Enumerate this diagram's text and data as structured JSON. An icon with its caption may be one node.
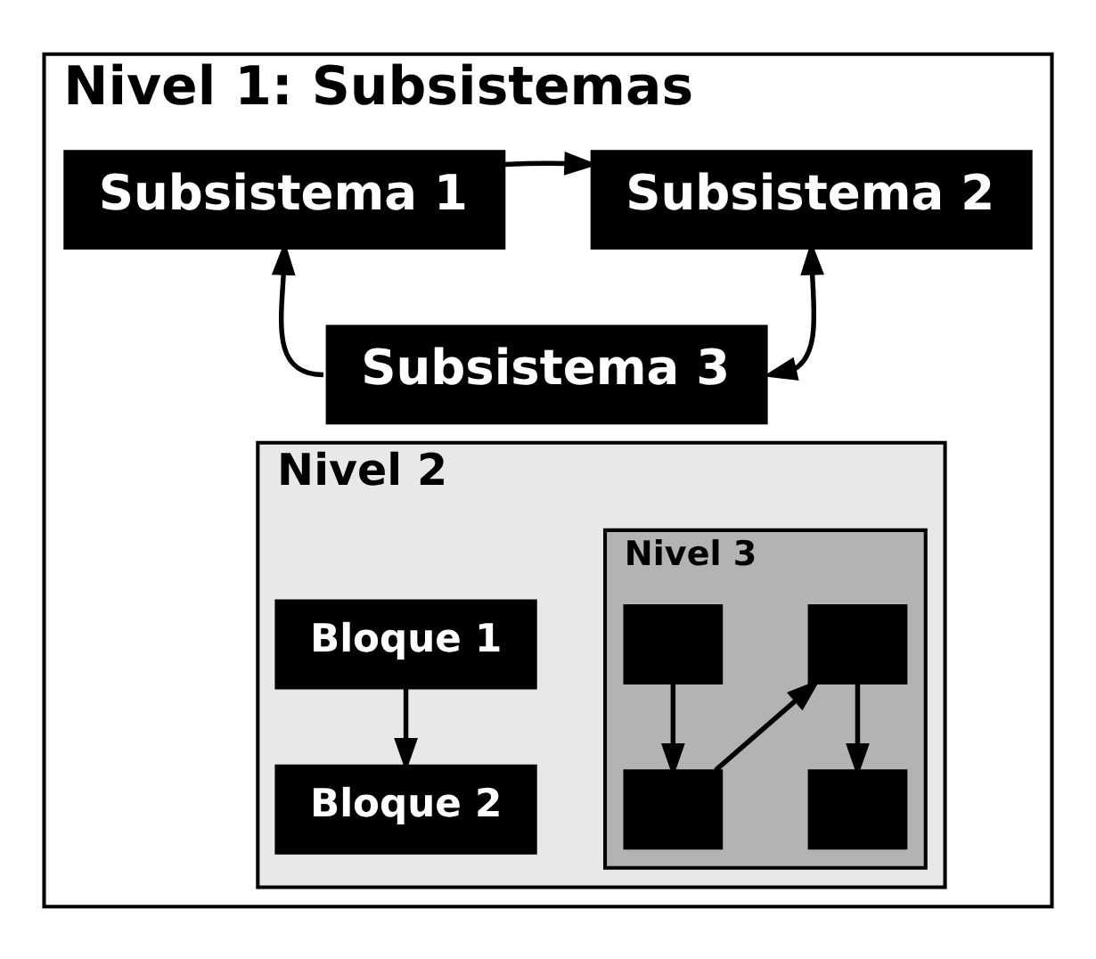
{
  "diagram": {
    "nodes": [
      {
        "text": [
          "Nivel 1: Subsistemas"
        ]
      },
      {
        "text": [
          "Subsistema 1"
        ],
        "in": 0
      },
      {
        "text": [
          "Subsistema 2"
        ],
        "in": 0
      },
      {
        "text": [
          "Subsistema 3"
        ],
        "in": 0
      },
      {
        "text": [
          "Nivel 2"
        ],
        "in": 0
      },
      {
        "text": [
          "Bloque 1"
        ],
        "in": 4
      },
      {
        "text": [
          "Bloque 2"
        ],
        "in": 4
      },
      {
        "text": [
          "Nivel 3"
        ],
        "in": 4
      },
      {
        "text": [],
        "shape": "box",
        "in": 7
      },
      {
        "text": [],
        "shape": "box",
        "in": 7
      },
      {
        "text": [],
        "shape": "box",
        "in": 7
      },
      {
        "text": [],
        "shape": "box",
        "in": 7
      }
    ],
    "edges": [
      {
        "from": 1,
        "to": 2,
        "arrow": "to"
      },
      {
        "from": 3,
        "to": 1,
        "arrow": "to"
      },
      {
        "from": 3,
        "to": 2,
        "arrow": "both"
      },
      {
        "from": 5,
        "to": 6,
        "arrow": "to"
      },
      {
        "from": 8,
        "to": 9,
        "arrow": "to"
      },
      {
        "from": 9,
        "to": 10,
        "arrow": "to"
      },
      {
        "from": 10,
        "to": 11,
        "arrow": "to"
      }
    ]
  }
}
